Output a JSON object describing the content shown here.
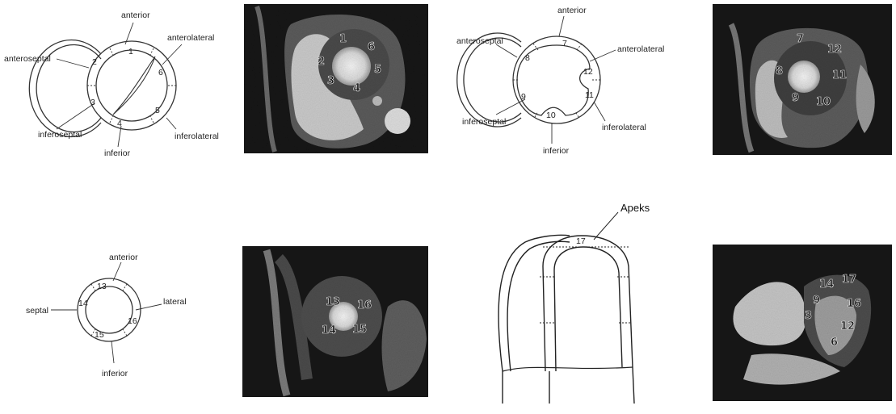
{
  "diagram_basal": {
    "labels": {
      "anterior": "anterior",
      "anterolateral": "anterolateral",
      "anteroseptal": "anteroseptal",
      "inferoseptal": "inferoseptal",
      "inferior": "inferior",
      "inferolateral": "inferolateral"
    },
    "segments": [
      "1",
      "2",
      "3",
      "4",
      "5",
      "6"
    ]
  },
  "mri_basal": {
    "segments": [
      "1",
      "2",
      "3",
      "4",
      "5",
      "6"
    ]
  },
  "diagram_mid": {
    "labels": {
      "anterior": "anterior",
      "anteroseptal": "anteroseptal",
      "anterolateral": "anterolateral",
      "inferoseptal": "inferoseptal",
      "inferior": "inferior",
      "inferolateral": "inferolateral"
    },
    "segments": [
      "7",
      "8",
      "9",
      "10",
      "11",
      "12"
    ]
  },
  "mri_mid": {
    "segments": [
      "7",
      "8",
      "9",
      "10",
      "11",
      "12"
    ]
  },
  "diagram_apical": {
    "labels": {
      "anterior": "anterior",
      "septal": "septal",
      "lateral": "lateral",
      "inferior": "inferior"
    },
    "segments": [
      "13",
      "14",
      "15",
      "16"
    ]
  },
  "mri_apical": {
    "segments": [
      "13",
      "16",
      "14",
      "15"
    ]
  },
  "diagram_long_axis": {
    "apex_label": "Apeks",
    "segment": "17"
  },
  "mri_long_axis": {
    "segments": [
      "14",
      "17",
      "9",
      "16",
      "3",
      "12",
      "6"
    ]
  }
}
